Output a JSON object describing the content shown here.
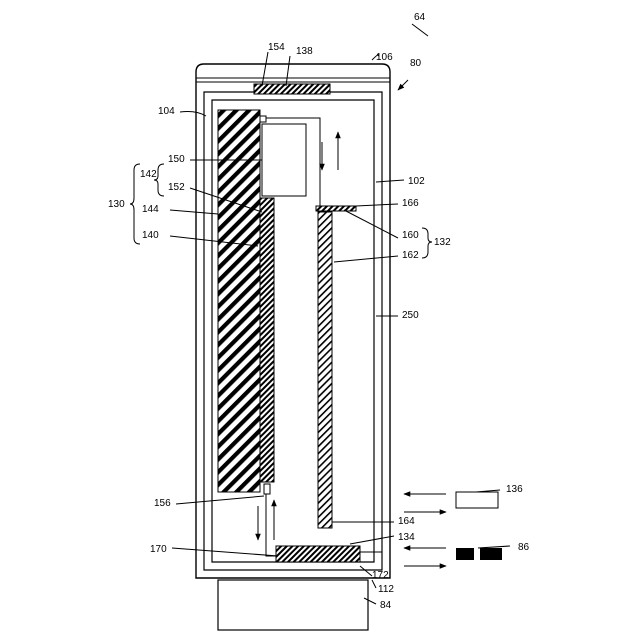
{
  "labels": {
    "l64": "64",
    "l80": "80",
    "l106": "106",
    "l154": "154",
    "l138": "138",
    "l104": "104",
    "l150": "150",
    "l142": "142",
    "l152": "152",
    "l130": "130",
    "l144": "144",
    "l140": "140",
    "l102": "102",
    "l166": "166",
    "l160": "160",
    "l132": "132",
    "l162": "162",
    "l250": "250",
    "l136": "136",
    "l156": "156",
    "l164": "164",
    "l134": "134",
    "l86": "86",
    "l170": "170",
    "l172": "172",
    "l112": "112",
    "l84": "84"
  }
}
